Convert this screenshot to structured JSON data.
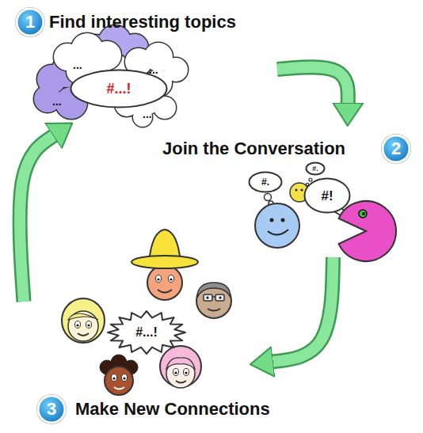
{
  "diagram": {
    "nodes": [
      {
        "text": [
          "Find interesting topics"
        ]
      },
      {
        "text": [
          "1"
        ],
        "in": 0
      },
      {
        "text": [
          "#...!"
        ],
        "in": 0
      },
      {
        "text": [
          "Join the Conversation"
        ]
      },
      {
        "text": [
          "2"
        ],
        "in": 3
      },
      {
        "text": [
          "#."
        ],
        "in": 3
      },
      {
        "text": [
          "#."
        ],
        "in": 3
      },
      {
        "text": [
          "#!"
        ],
        "in": 3
      },
      {
        "text": [
          "Make New Connections"
        ]
      },
      {
        "text": [
          "3"
        ],
        "in": 8
      },
      {
        "text": [
          "#...!"
        ],
        "in": 8
      }
    ],
    "edges": [
      {
        "from": 0,
        "to": 3,
        "arrow": "to"
      },
      {
        "from": 3,
        "to": 8,
        "arrow": "to"
      },
      {
        "from": 8,
        "to": 0,
        "arrow": "to"
      }
    ],
    "labels": [
      "...",
      "...",
      "...",
      "..."
    ]
  }
}
